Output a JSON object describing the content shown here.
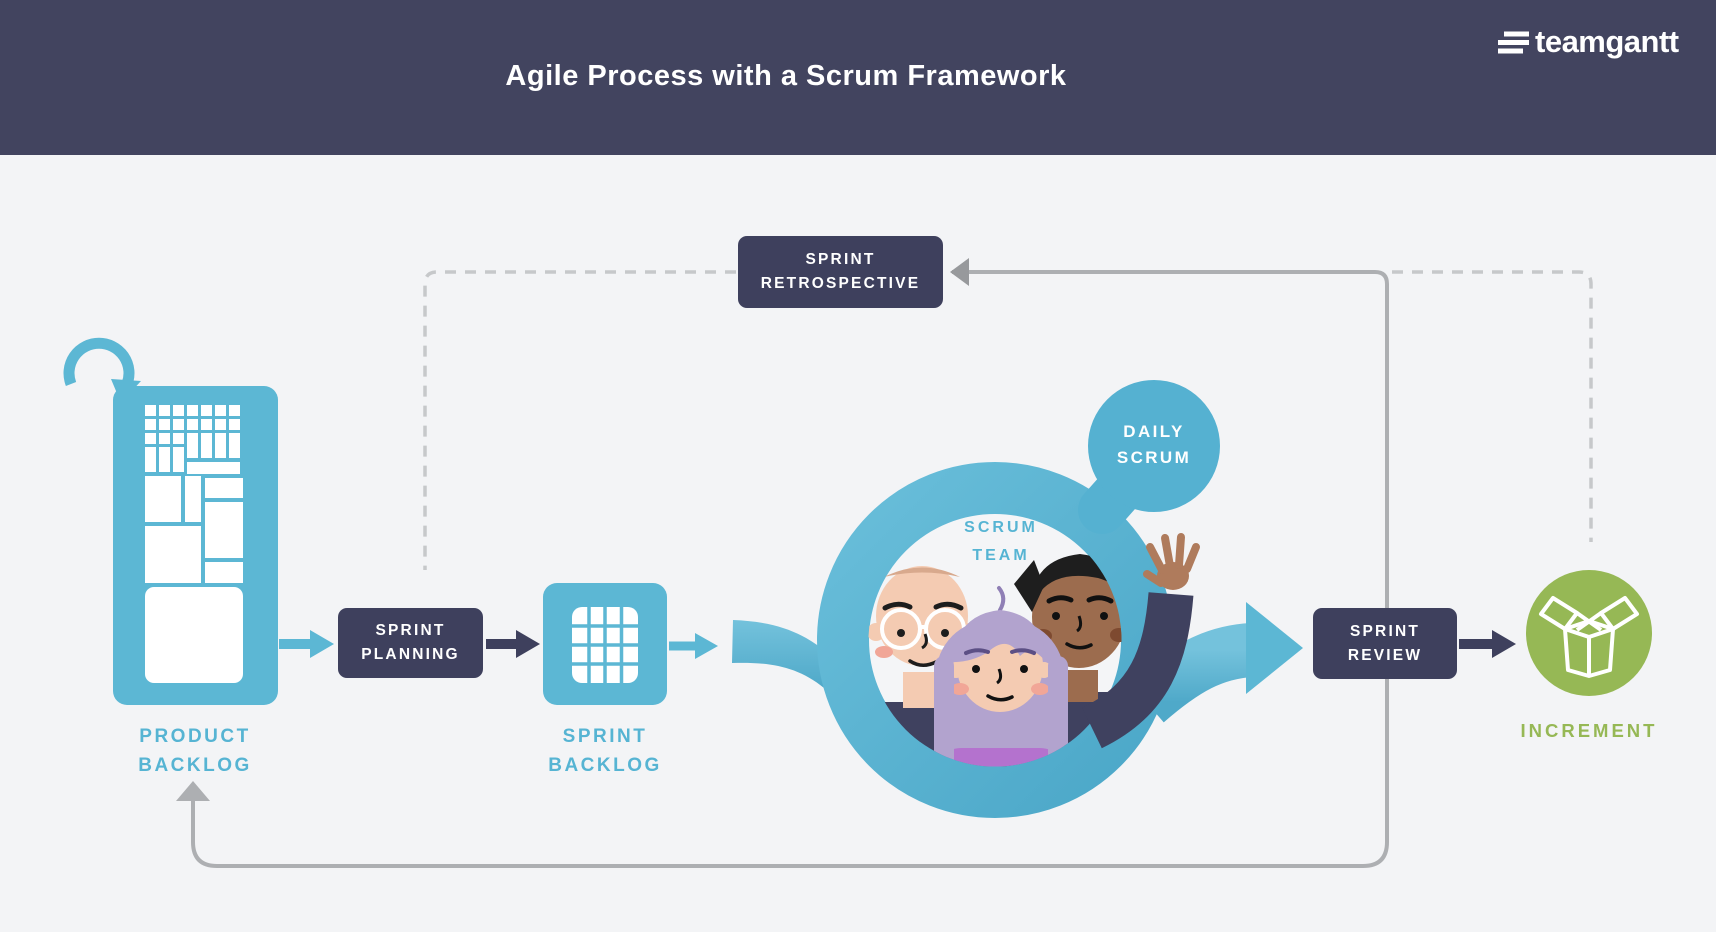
{
  "header": {
    "title": "Agile Process with a Scrum Framework",
    "brand": "teamgantt"
  },
  "diagram": {
    "nodes": {
      "sprint_retrospective": {
        "label": "SPRINT RETROSPECTIVE"
      },
      "product_backlog": {
        "label": "PRODUCT BACKLOG"
      },
      "sprint_planning": {
        "label": "SPRINT PLANNING"
      },
      "sprint_backlog": {
        "label": "SPRINT BACKLOG"
      },
      "scrum_team": {
        "label": "SCRUM TEAM"
      },
      "daily_scrum": {
        "label": "DAILY SCRUM"
      },
      "sprint_review": {
        "label": "SPRINT REVIEW"
      },
      "increment": {
        "label": "INCREMENT"
      }
    },
    "icons": {
      "brand_mark": "gantt-bars-icon",
      "product_backlog": "treemap-cards-icon",
      "cycle": "refresh-cycle-arrow-icon",
      "sprint_backlog": "grid-cards-icon",
      "scrum_team": "three-people-illustration",
      "increment": "open-box-icon"
    },
    "colors": {
      "teal": "#5CB7D4",
      "navy": "#3E405D",
      "header_bg": "#42445F",
      "green": "#96B855",
      "background": "#F3F4F6",
      "solid_line_gray": "#ADAFB2",
      "dashed_line_gray": "#C6C8CA"
    }
  }
}
